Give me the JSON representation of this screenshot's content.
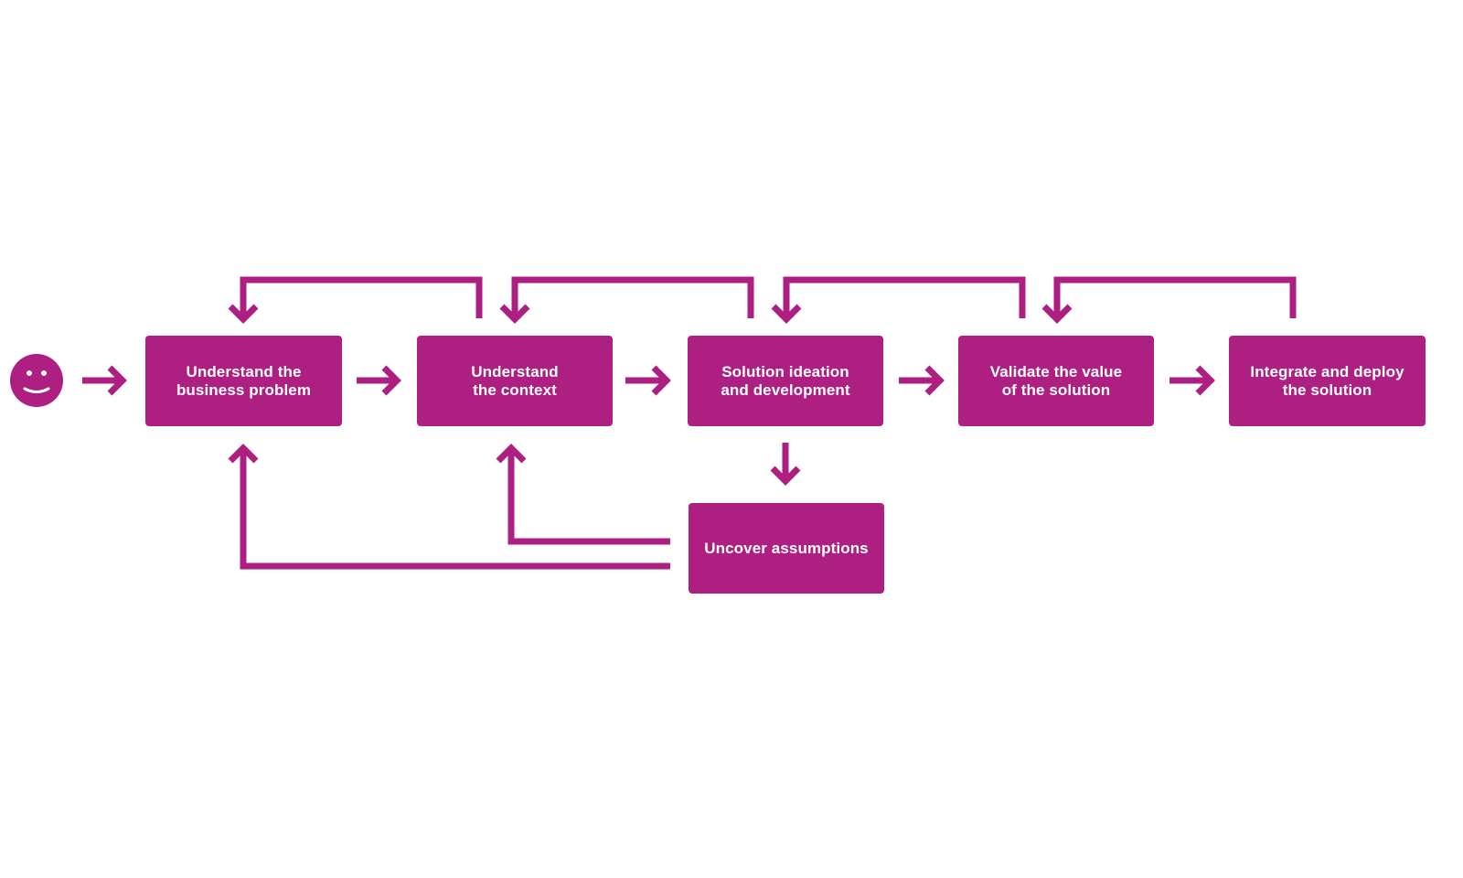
{
  "diagram": {
    "accent_color": "#AD1F80",
    "start_icon": "smiley-face-icon",
    "steps": [
      {
        "id": "understand-business-problem",
        "label": "Understand the\nbusiness problem"
      },
      {
        "id": "understand-context",
        "label": "Understand\nthe context"
      },
      {
        "id": "solution-ideation",
        "label": "Solution ideation\nand development"
      },
      {
        "id": "validate-value",
        "label": "Validate the value\nof the solution"
      },
      {
        "id": "integrate-deploy",
        "label": "Integrate and deploy\nthe solution"
      }
    ],
    "side_step": {
      "id": "uncover-assumptions",
      "label": "Uncover assumptions"
    },
    "flows": [
      {
        "from": "start",
        "to": "understand-business-problem",
        "type": "forward"
      },
      {
        "from": "understand-business-problem",
        "to": "understand-context",
        "type": "forward"
      },
      {
        "from": "understand-context",
        "to": "solution-ideation",
        "type": "forward"
      },
      {
        "from": "solution-ideation",
        "to": "validate-value",
        "type": "forward"
      },
      {
        "from": "validate-value",
        "to": "integrate-deploy",
        "type": "forward"
      },
      {
        "from": "understand-context",
        "to": "understand-business-problem",
        "type": "feedback"
      },
      {
        "from": "solution-ideation",
        "to": "understand-context",
        "type": "feedback"
      },
      {
        "from": "validate-value",
        "to": "solution-ideation",
        "type": "feedback"
      },
      {
        "from": "integrate-deploy",
        "to": "validate-value",
        "type": "feedback"
      },
      {
        "from": "solution-ideation",
        "to": "uncover-assumptions",
        "type": "forward"
      },
      {
        "from": "uncover-assumptions",
        "to": "understand-context",
        "type": "feedback"
      },
      {
        "from": "uncover-assumptions",
        "to": "understand-business-problem",
        "type": "feedback"
      }
    ]
  }
}
